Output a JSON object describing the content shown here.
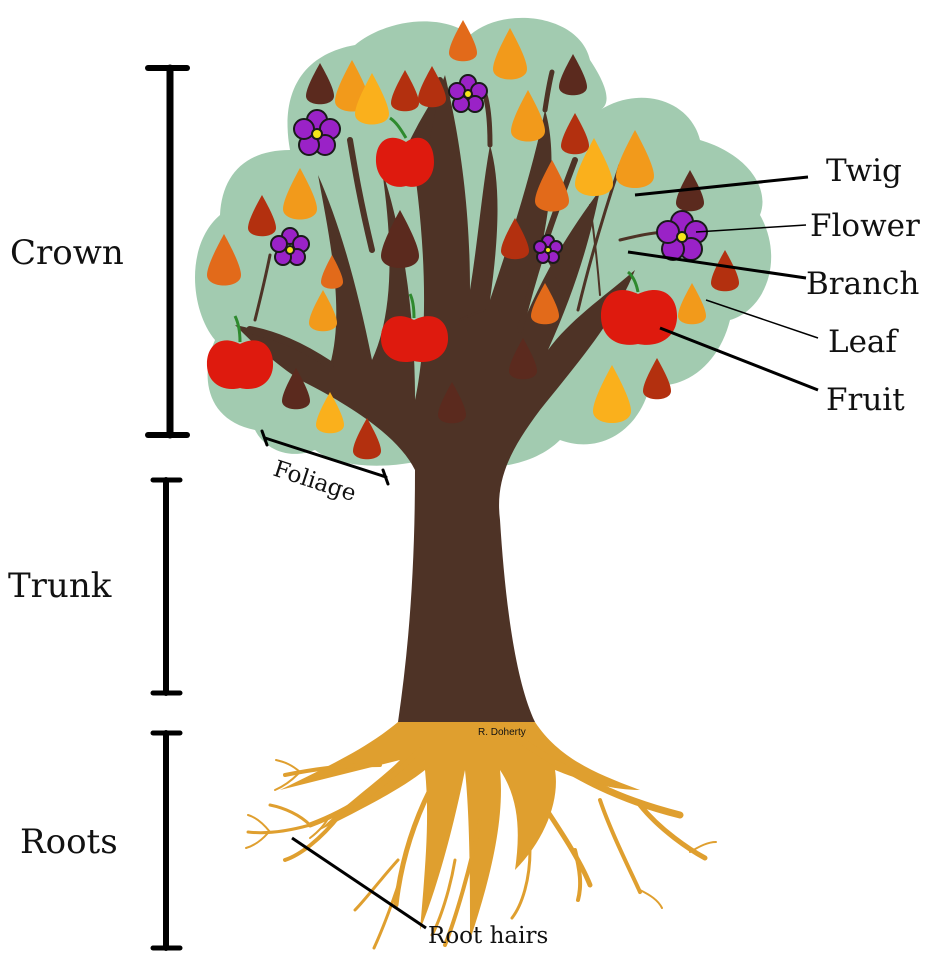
{
  "labels": {
    "sections": {
      "crown": "Crown",
      "trunk": "Trunk",
      "roots": "Roots"
    },
    "parts": {
      "twig": "Twig",
      "flower": "Flower",
      "branch": "Branch",
      "leaf": "Leaf",
      "fruit": "Fruit",
      "foliage": "Foliage",
      "root_hairs": "Root hairs"
    },
    "signature": "R. Doherty"
  },
  "colors": {
    "canopy": "#a2cbb0",
    "wood": "#4e3326",
    "roots": "#df9f2f",
    "fruit": "#de1a0e",
    "flower": "#9a22c7",
    "flower_center": "#f5e51a",
    "leaf_palette": [
      "#5b2a1e",
      "#b3300f",
      "#f29a1b",
      "#e26a1a",
      "#fab01c",
      "#7a2a16"
    ]
  }
}
